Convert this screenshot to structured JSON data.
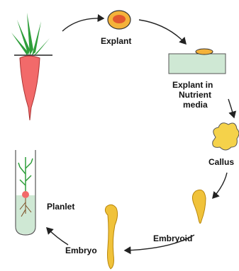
{
  "labels": {
    "explant": "Explant",
    "explant_nutrient_line1": "Explant in",
    "explant_nutrient_line2": "Nutrient",
    "explant_nutrient_line3": "media",
    "callus": "Callus",
    "embryoid": "Embryoid",
    "embryo": "Embryo",
    "planlet": "Planlet"
  },
  "colors": {
    "carrot": "#f26a6a",
    "leaves": "#2e9e3a",
    "explant_fill": "#f4b23a",
    "explant_core": "#e2572f",
    "medium": "#cfe8d4",
    "callus": "#f5d24a",
    "embryo": "#f0c23a",
    "arrow": "#222222"
  }
}
